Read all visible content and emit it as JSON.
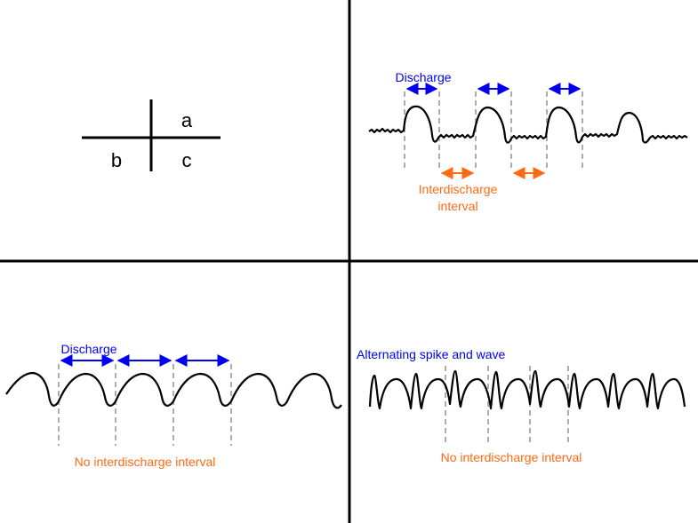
{
  "key": {
    "a": "a",
    "b": "b",
    "c": "c"
  },
  "panel_a": {
    "discharge_label": "Discharge",
    "interval_label_line1": "Interdischarge",
    "interval_label_line2": "interval"
  },
  "panel_b": {
    "discharge_label": "Discharge",
    "no_interval_label": "No interdischarge interval"
  },
  "panel_c": {
    "title": "Alternating spike and wave",
    "no_interval_label": "No interdischarge interval"
  },
  "colors": {
    "blue": "#0000ee",
    "orange": "#ff6a13",
    "trace": "#000000",
    "dash": "#999999"
  }
}
